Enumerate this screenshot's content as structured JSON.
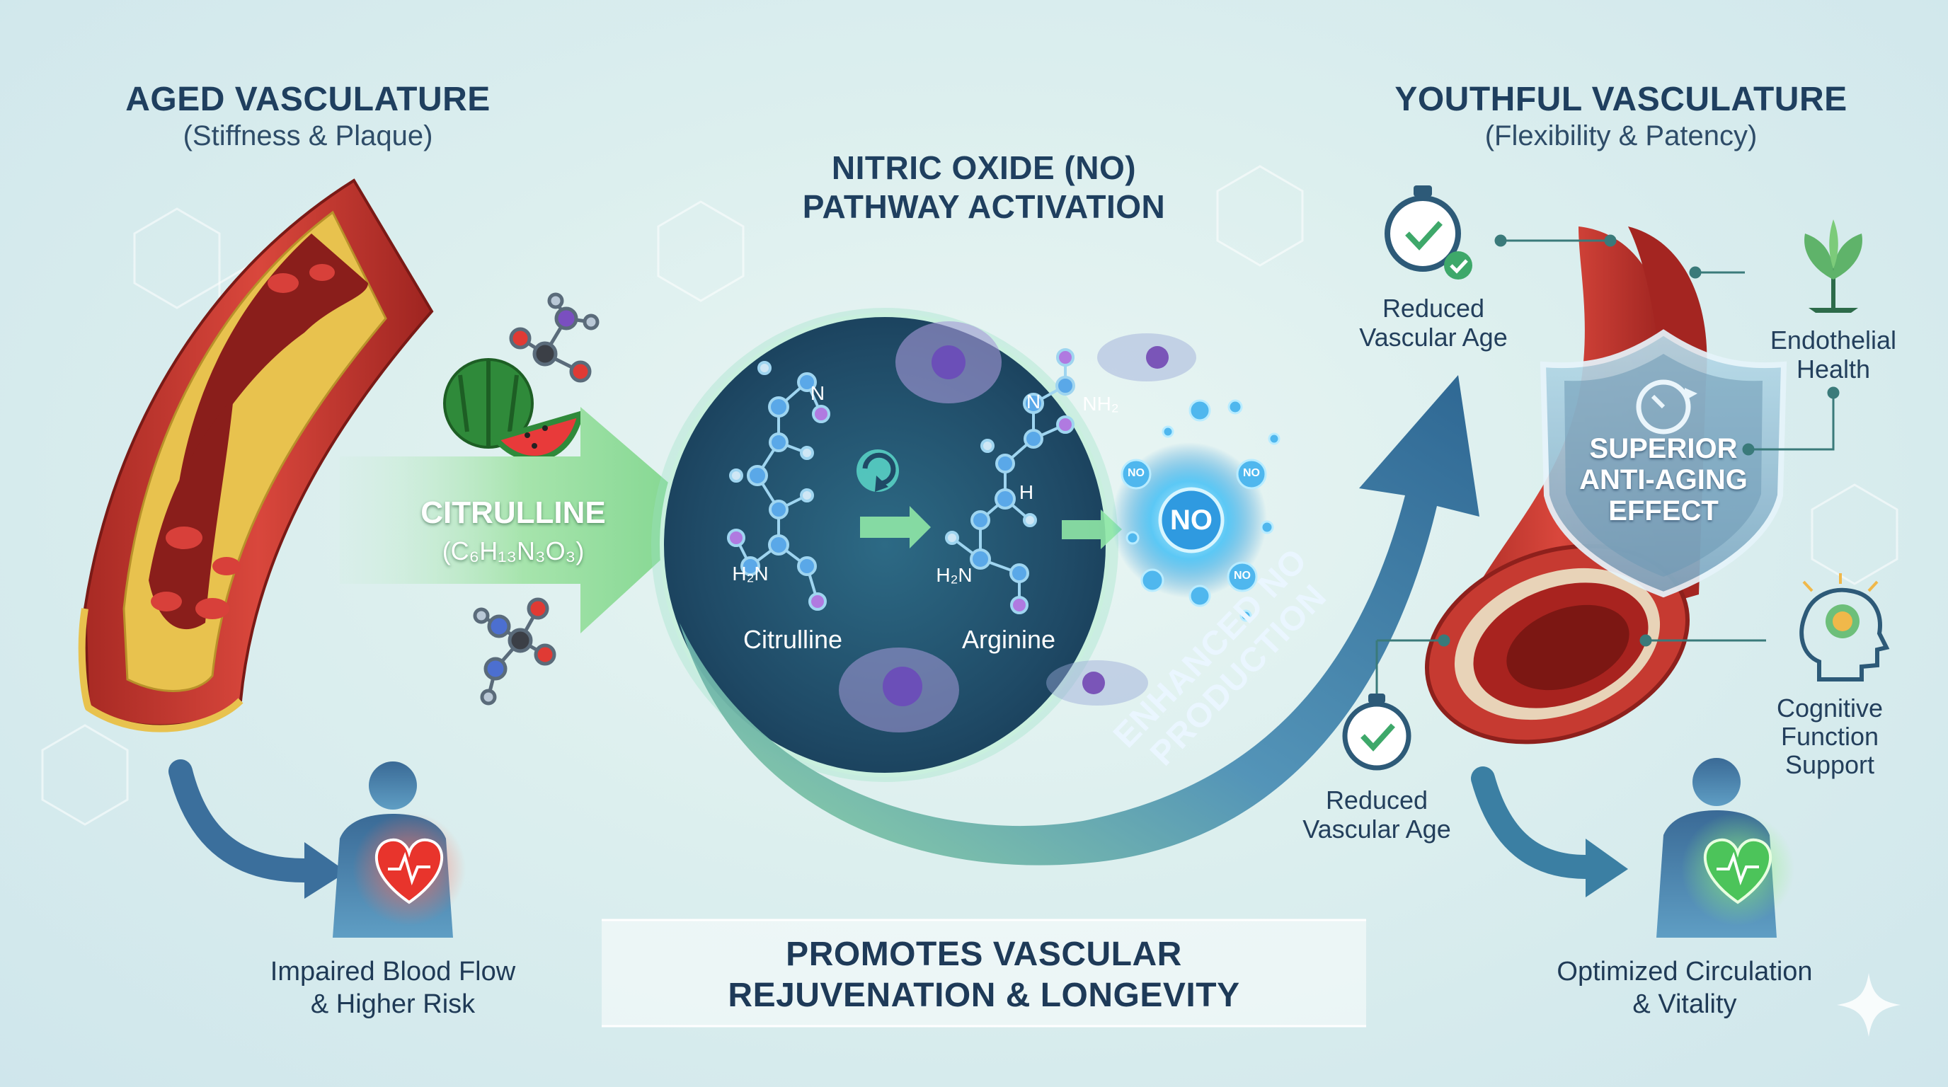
{
  "left": {
    "title": "AGED VASCULATURE",
    "subtitle": "(Stiffness & Plaque)",
    "caption_line1": "Impaired Blood Flow",
    "caption_line2": "& Higher Risk"
  },
  "arrow": {
    "label": "CITRULLINE",
    "formula": "(C₆H₁₃N₃O₃)"
  },
  "center": {
    "title_line1": "NITRIC OXIDE (NO)",
    "title_line2": "PATHWAY ACTIVATION",
    "molecule1": "Citrulline",
    "molecule2": "Arginine",
    "no_main": "NO",
    "no_small": "NO",
    "atom_n": "N",
    "atom_nh2": "NH₂",
    "atom_h2n": "H₂N",
    "atom_h": "H",
    "arc_text": "ENHANCED NO PRODUCTION"
  },
  "right": {
    "title": "YOUTHFUL VASCULATURE",
    "subtitle": "(Flexibility & Patency)",
    "benefit1_line1": "Reduced",
    "benefit1_line2": "Vascular Age",
    "benefit2_line1": "Endothelial",
    "benefit2_line2": "Health",
    "benefit3_line1": "Reduced",
    "benefit3_line2": "Vascular Age",
    "benefit4_line1": "Cognitive",
    "benefit4_line2": "Function",
    "benefit4_line3": "Support",
    "shield_line1": "SUPERIOR",
    "shield_line2": "ANTI-AGING",
    "shield_line3": "EFFECT",
    "caption_line1": "Optimized Circulation",
    "caption_line2": "& Vitality"
  },
  "bottom": {
    "line1": "PROMOTES VASCULAR",
    "line2": "REJUVENATION & LONGEVITY"
  },
  "colors": {
    "vessel_red": "#c8342c",
    "plaque_yellow": "#e6c54a",
    "arrow_green": "#8fdc98",
    "arc_blue": "#2f6f9a",
    "oval_dark": "#1f4a66",
    "no_glow": "#3fb8f0",
    "text_navy": "#1f3f5f",
    "shield_blue": "#8fbcd4"
  },
  "icons": [
    "watermelon-icon",
    "molecule-icon",
    "stopwatch-check-icon",
    "leaf-plant-icon",
    "brain-head-icon",
    "heart-pulse-icon",
    "person-silhouette-icon",
    "shield-clock-icon",
    "recycle-icon",
    "sparkle-icon"
  ]
}
